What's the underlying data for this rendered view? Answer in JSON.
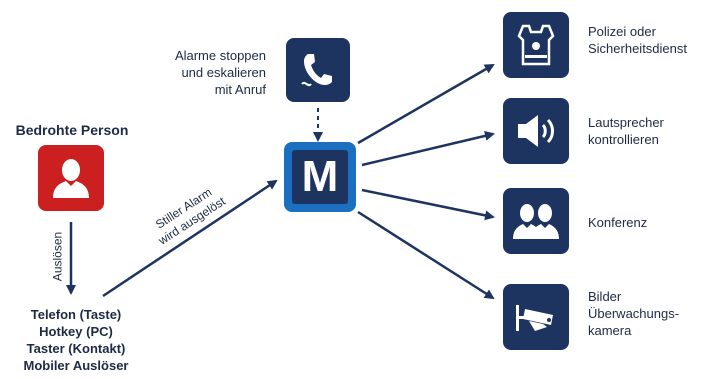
{
  "colors": {
    "navy": "#1d3461",
    "threatened_red": "#cc1f1f",
    "hub_blue": "#1a6fc0",
    "arrow": "#1d3461"
  },
  "threatened_person": {
    "title": "Bedrohte Person",
    "icon": "person-icon"
  },
  "trigger_label": "Auslösen",
  "trigger_methods": [
    "Telefon (Taste)",
    "Hotkey (PC)",
    "Taster (Kontakt)",
    "Mobiler Auslöser"
  ],
  "silent_alarm_label": [
    "Stiller Alarm",
    "wird ausgelöst"
  ],
  "phone": {
    "label": [
      "Alarme stoppen",
      "und eskalieren",
      "mit Anruf"
    ],
    "icon": "phone-handset-icon"
  },
  "hub": {
    "letter": "M"
  },
  "outputs": [
    {
      "label": [
        "Polizei oder",
        "Sicherheitsdienst"
      ],
      "icon": "police-vest-icon"
    },
    {
      "label": [
        "Lautsprecher",
        "kontrollieren"
      ],
      "icon": "speaker-icon"
    },
    {
      "label": [
        "Konferenz"
      ],
      "icon": "conference-people-icon"
    },
    {
      "label": [
        "Bilder",
        "Überwachungs-",
        "kamera"
      ],
      "icon": "surveillance-camera-icon"
    }
  ]
}
